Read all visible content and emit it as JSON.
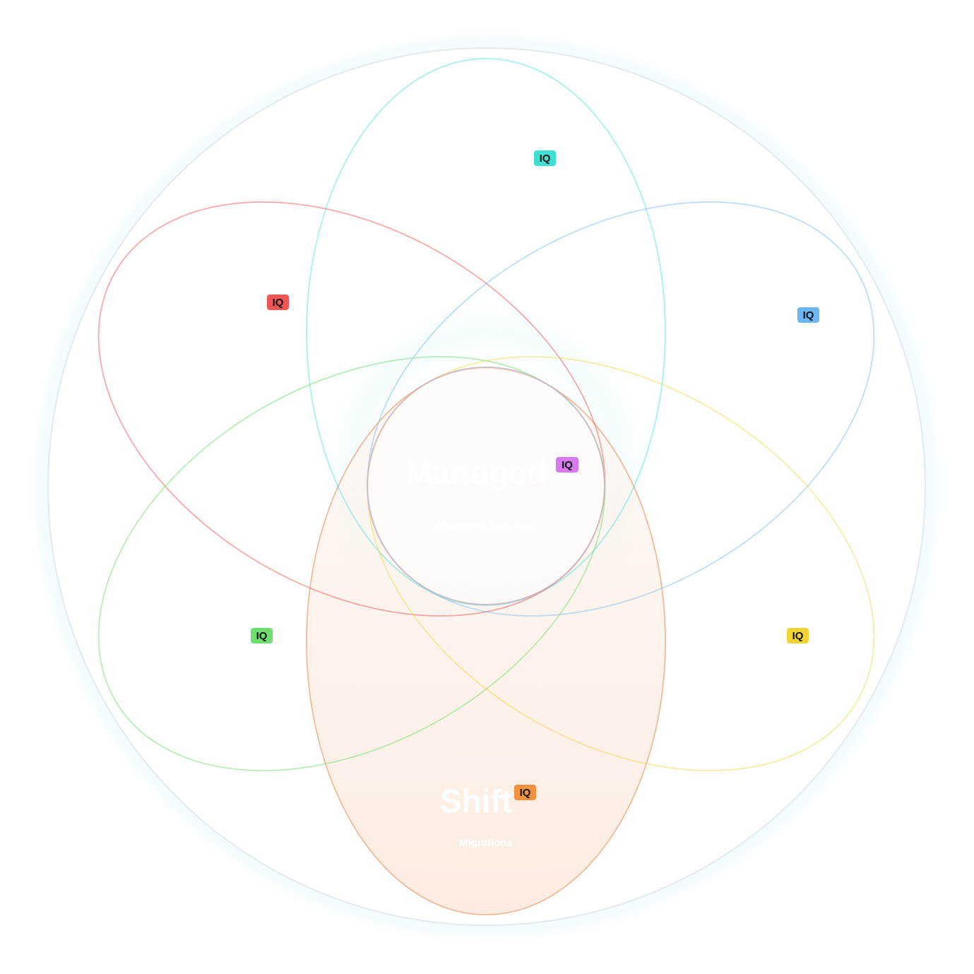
{
  "colors": {
    "outer_circle": "#e4eaf0",
    "outer_glow": "#bfeeff",
    "center_glow": "#d8f6ff",
    "red": "#f25555",
    "cyan": "#3fe0d4",
    "blue": "#6cb6f5",
    "green": "#6ee06e",
    "yellow": "#f2d435",
    "purple": "#d77af0",
    "orange": "#f2913f",
    "orange_fill": "#fdebe0",
    "orange_stroke": "#f0b48e",
    "center_stroke": "#c7b1bf"
  },
  "regions": {
    "center": {
      "title": "Managed",
      "subtitle": "Managed Services"
    },
    "bottom": {
      "title": "Shift",
      "subtitle": "Migrations"
    }
  },
  "badges": [
    {
      "name": "iq-badge-cyan",
      "label": "IQ",
      "color": "cyan"
    },
    {
      "name": "iq-badge-red",
      "label": "IQ",
      "color": "red"
    },
    {
      "name": "iq-badge-blue",
      "label": "IQ",
      "color": "blue"
    },
    {
      "name": "iq-badge-purple",
      "label": "IQ",
      "color": "purple"
    },
    {
      "name": "iq-badge-green",
      "label": "IQ",
      "color": "green"
    },
    {
      "name": "iq-badge-yellow",
      "label": "IQ",
      "color": "yellow"
    },
    {
      "name": "iq-badge-orange",
      "label": "IQ",
      "color": "orange"
    }
  ]
}
